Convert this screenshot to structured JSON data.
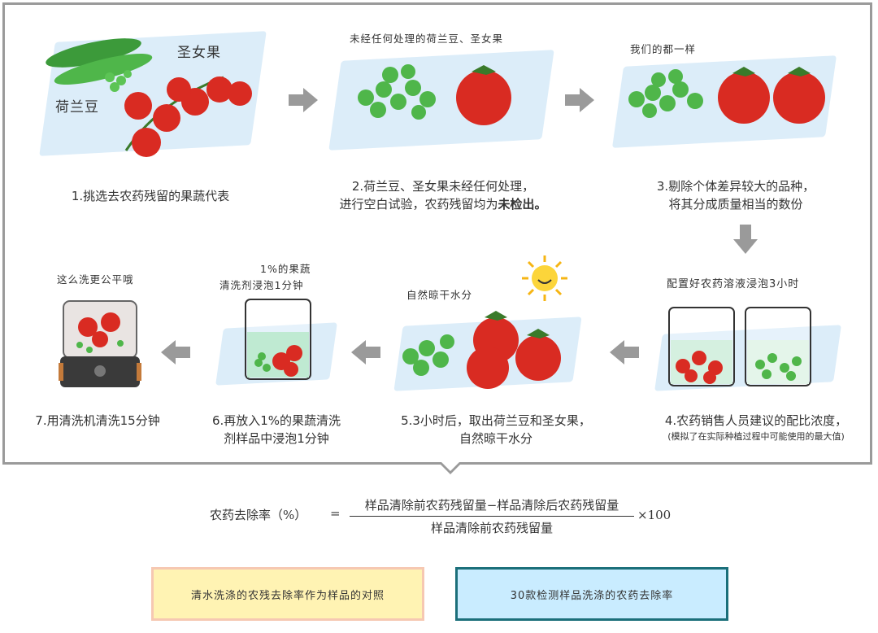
{
  "steps": [
    {
      "caption_lines": [
        "1.挑选去农药残留的果蔬代表"
      ],
      "hand": [
        "圣女果",
        "荷兰豆"
      ]
    },
    {
      "caption_lines": [
        "2.荷兰豆、圣女果未经任何处理，",
        "进行空白试验，农药残留均为",
        "未检出。"
      ],
      "hand": [
        "未经任何处理的荷兰豆、圣女果"
      ]
    },
    {
      "caption_lines": [
        "3.剔除个体差异较大的品种，",
        "将其分成质量相当的数份"
      ],
      "hand": [
        "我们的都一样"
      ]
    },
    {
      "caption_lines": [
        "4.农药销售人员建议的配比浓度，",
        "(模拟了在实际种植过程中可能使用的最大值)"
      ],
      "hand": [
        "配置好农药溶液浸泡3小时"
      ]
    },
    {
      "caption_lines": [
        "5.3小时后，取出荷兰豆和圣女果，",
        "自然晾干水分"
      ],
      "hand": [
        "自然晾干水分"
      ]
    },
    {
      "caption_lines": [
        "6.再放入1%的果蔬清洗",
        "剂样品中浸泡1分钟"
      ],
      "hand": [
        "1%的果蔬",
        "清洗剂浸泡1分钟"
      ]
    },
    {
      "caption_lines": [
        "7.用清洗机清洗15分钟"
      ],
      "hand": [
        "这么洗更公平哦"
      ]
    }
  ],
  "formula": {
    "lhs": "农药去除率（%）",
    "eq": "=",
    "numerator": "样品清除前农药残留量−样品清除后农药残留量",
    "denominator": "样品清除前农药残留量",
    "multiplier": "×100"
  },
  "boxes": {
    "left": "清水洗涤的农残去除率作为样品的对照",
    "right": "30款检测样品洗涤的农药去除率"
  },
  "colors": {
    "tomato": "#d92b22",
    "pea": "#4fb64a",
    "paper": "#dcedf9",
    "arrow": "#9a9a9a"
  }
}
